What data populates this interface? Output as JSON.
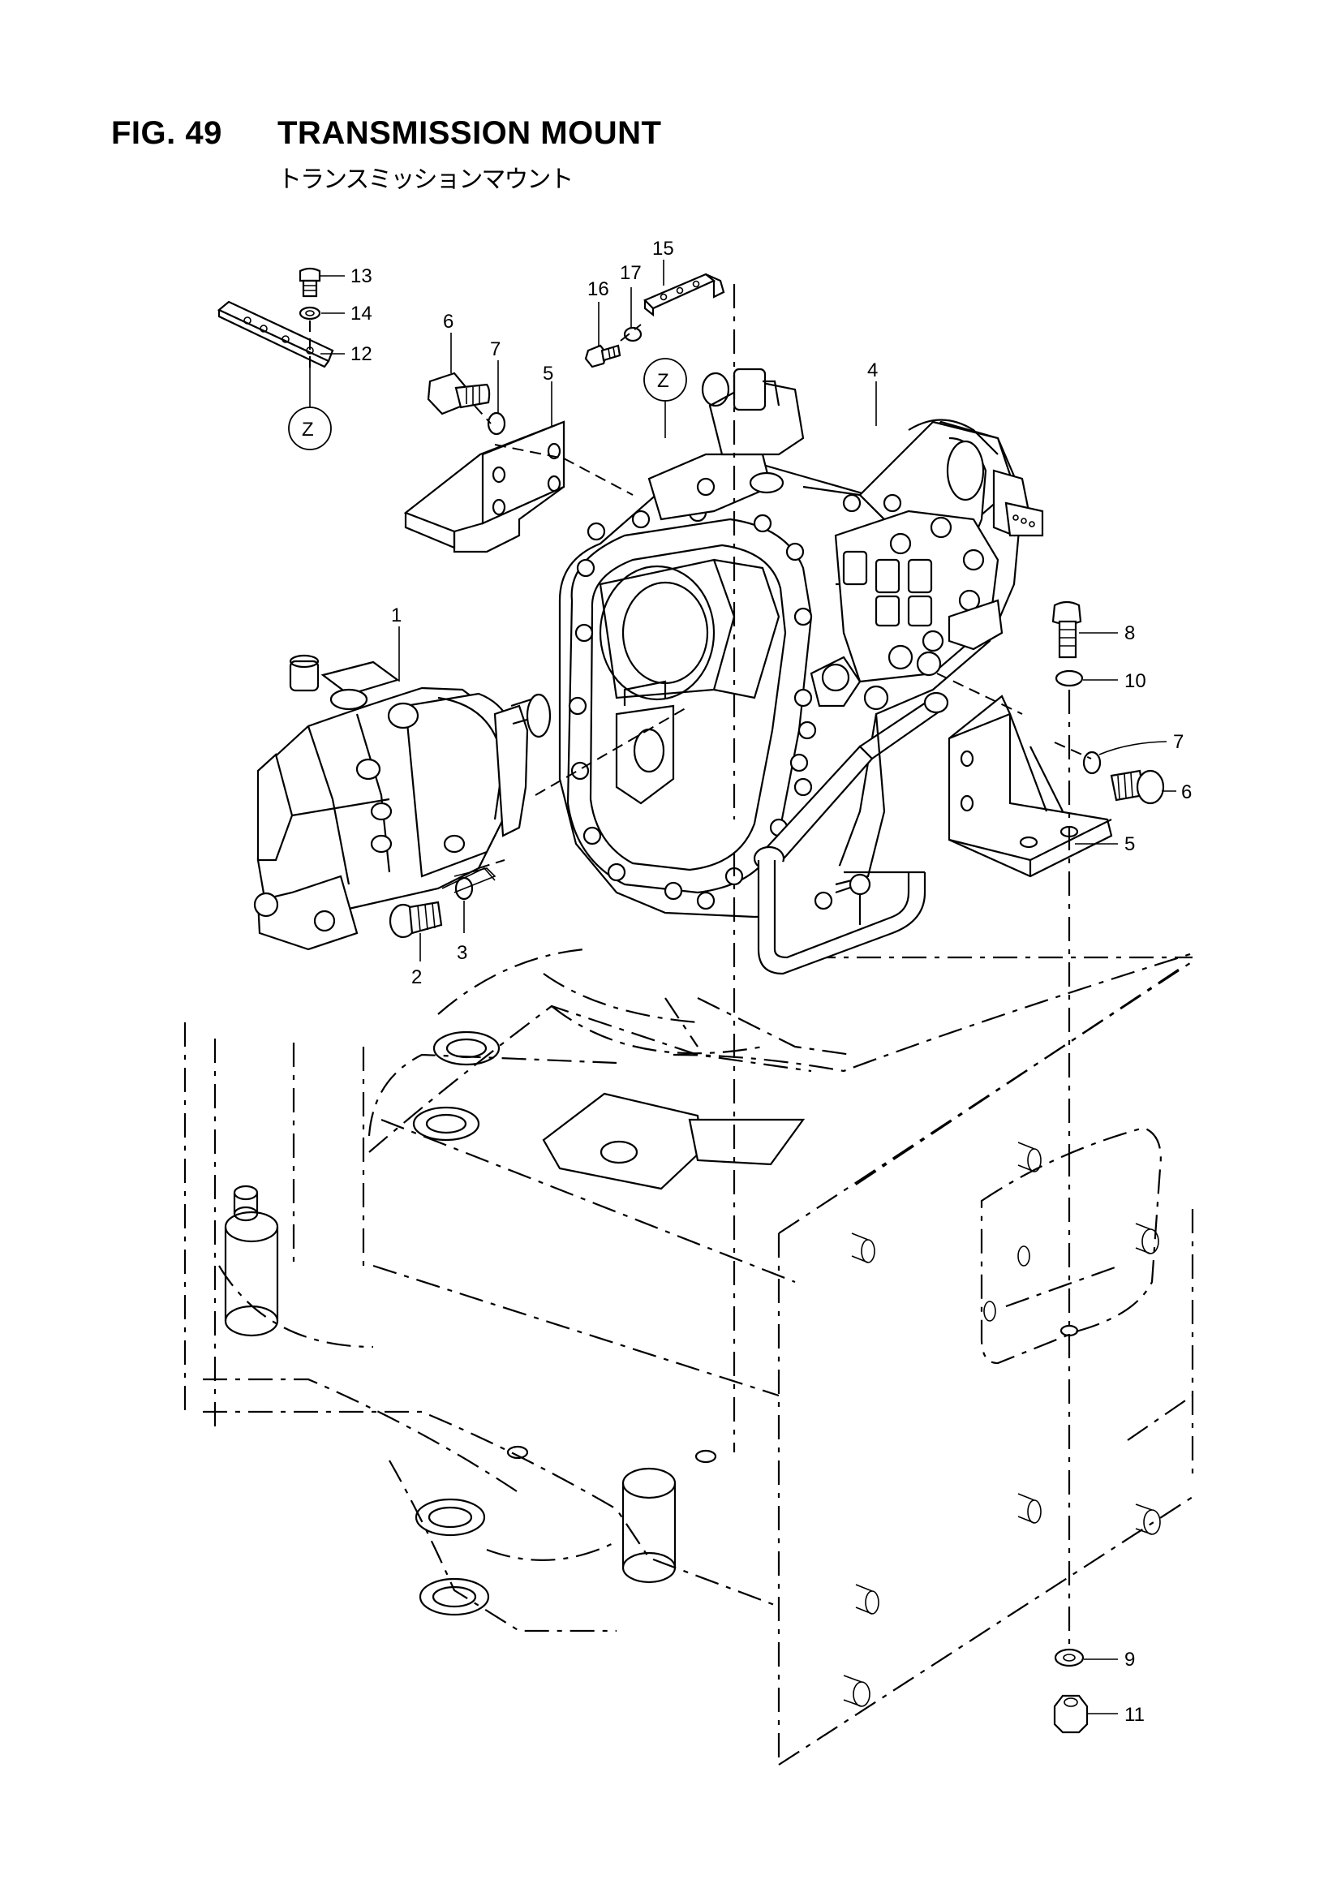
{
  "header": {
    "fig_number": "FIG. 49",
    "title": "TRANSMISSION MOUNT",
    "subtitle": "トランスミッションマウント"
  },
  "callouts": {
    "c1": "1",
    "c2": "2",
    "c3": "3",
    "c4": "4",
    "c5a": "5",
    "c5b": "5",
    "c6a": "6",
    "c6b": "6",
    "c7a": "7",
    "c7b": "7",
    "c8": "8",
    "c9": "9",
    "c10": "10",
    "c11": "11",
    "c12": "12",
    "c13": "13",
    "c14": "14",
    "c15": "15",
    "c16": "16",
    "c17": "17",
    "za": "Z",
    "zb": "Z"
  },
  "icons": {
    "motor": "hydraulic-motor-icon",
    "transmission": "transmission-icon",
    "frame": "chassis-frame-icon"
  }
}
